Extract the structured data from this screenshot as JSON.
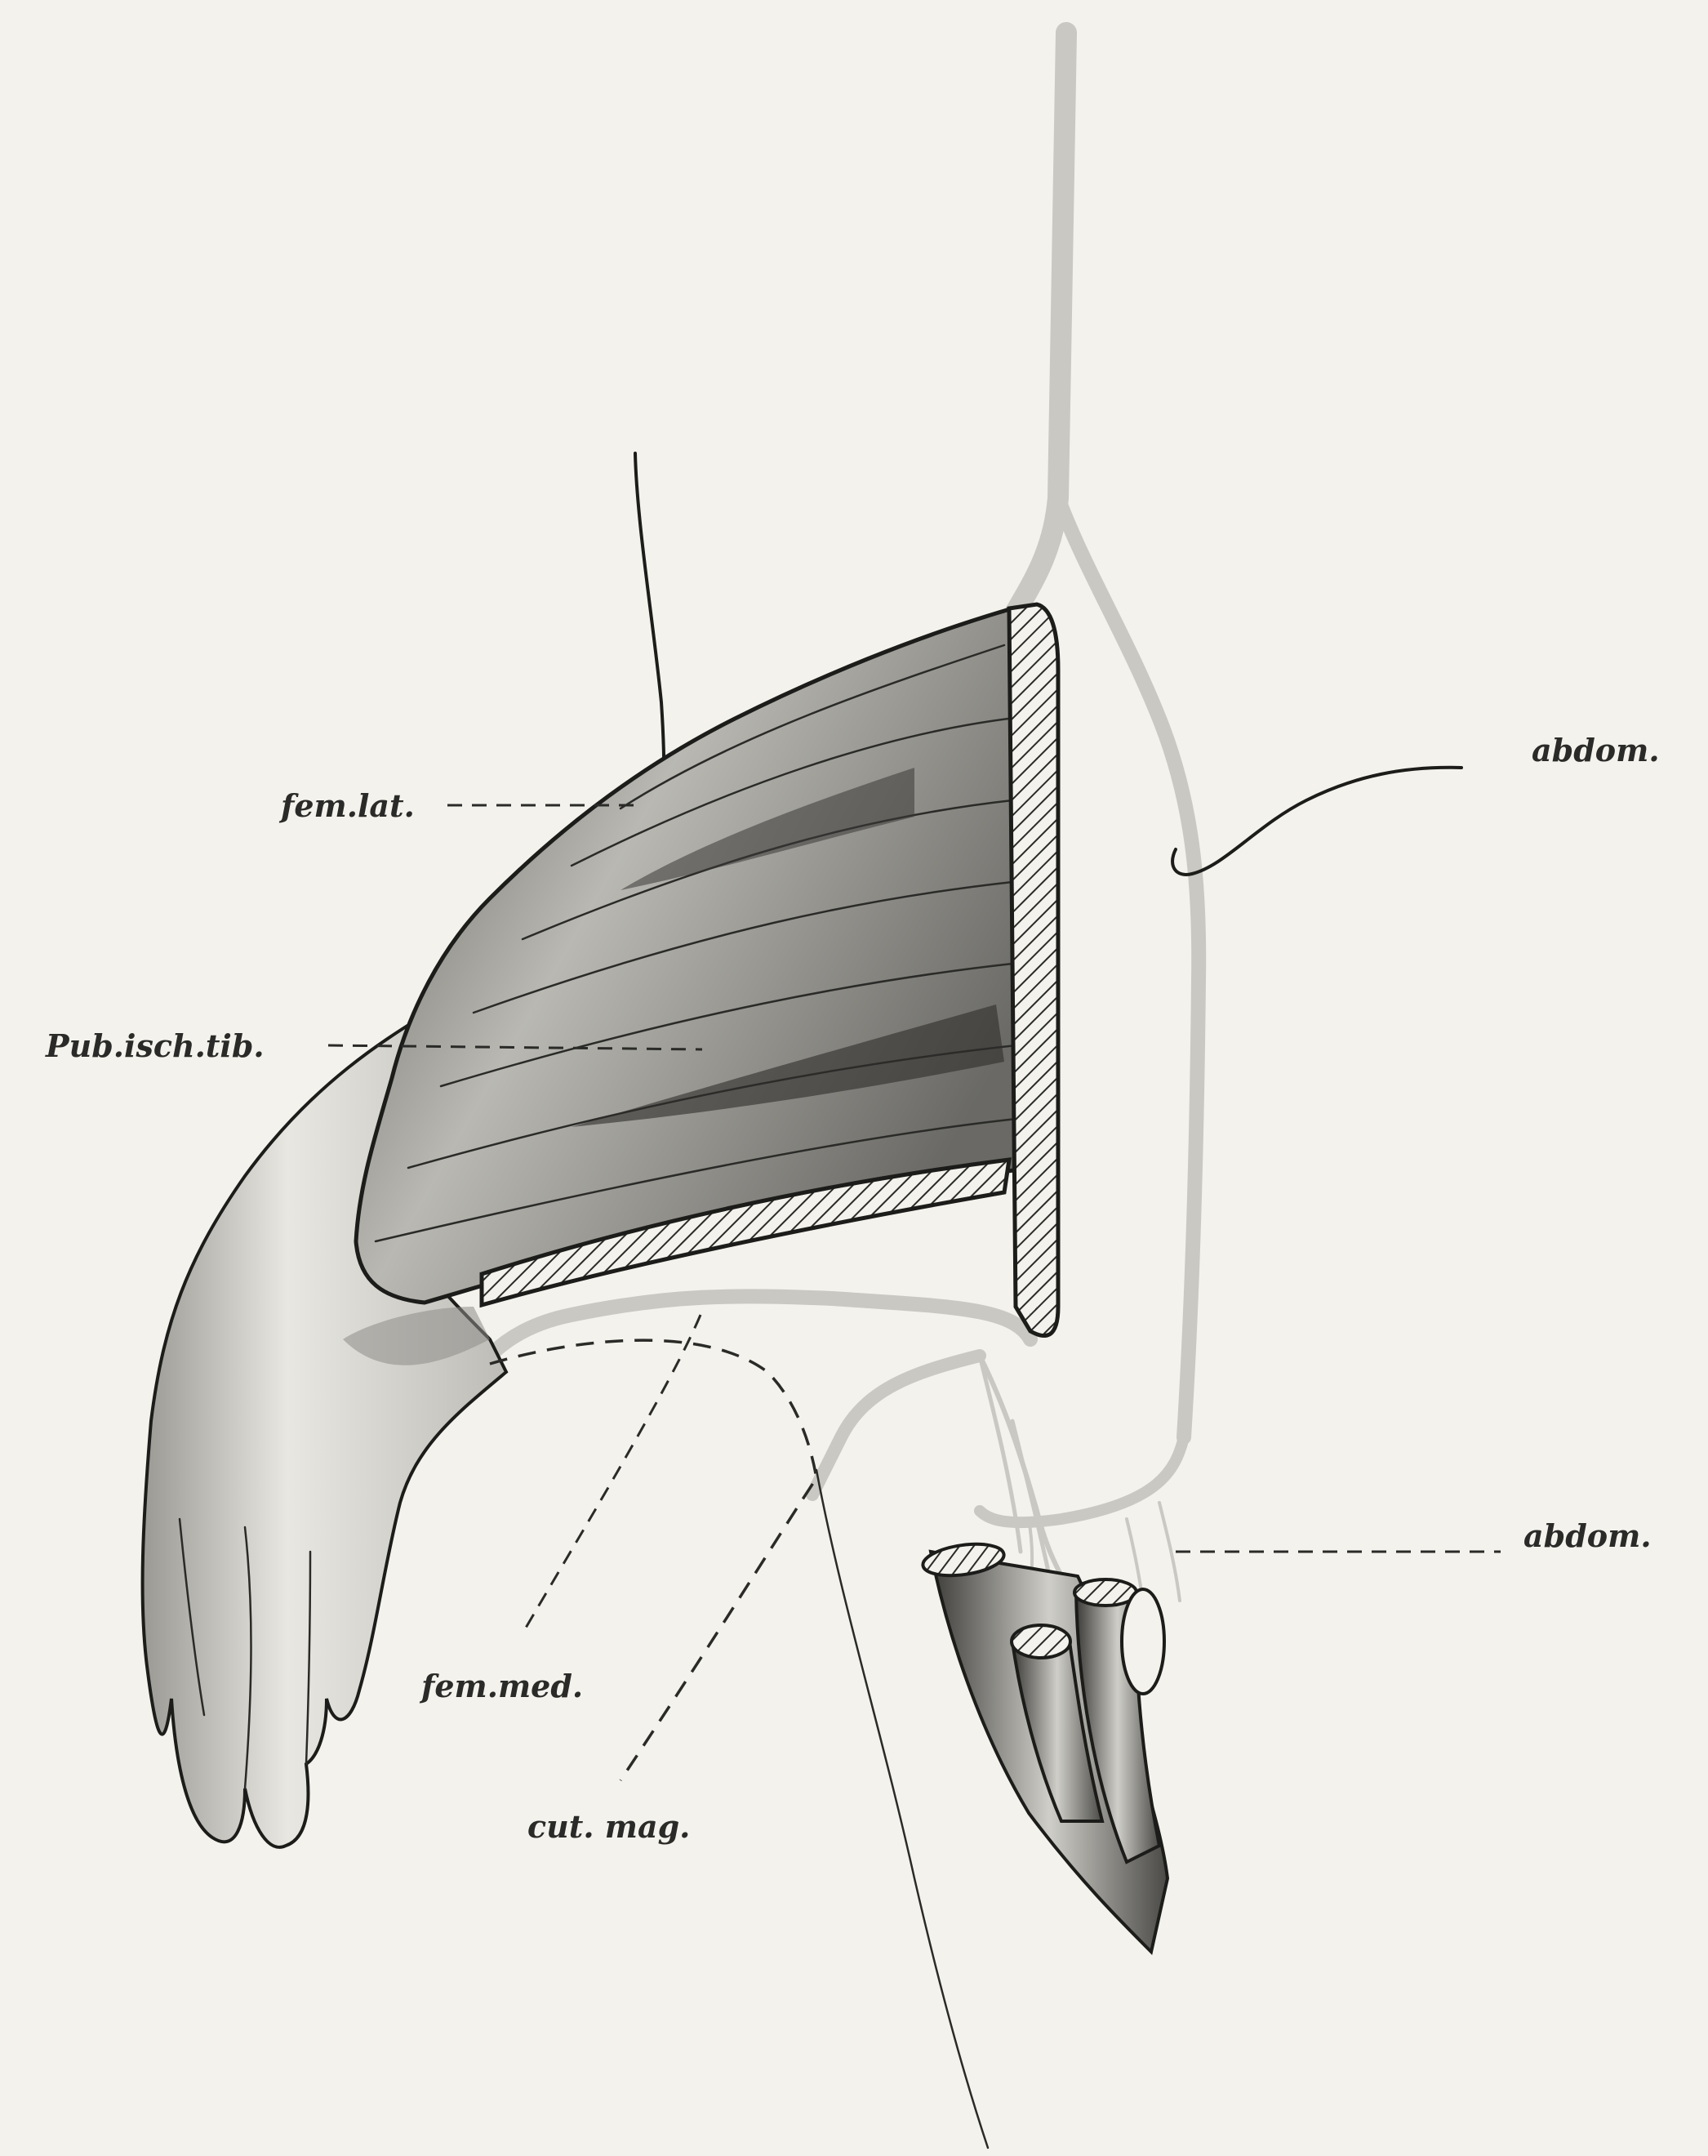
{
  "figure": {
    "labels": {
      "fem_lat": "fem.lat.",
      "pub_isch_tib": "Pub.isch.tib.",
      "abdom_upper": "abdom.",
      "abdom_lower": "abdom.",
      "fem_med": "fem.med.",
      "cut_mag": "cut. mag."
    }
  }
}
